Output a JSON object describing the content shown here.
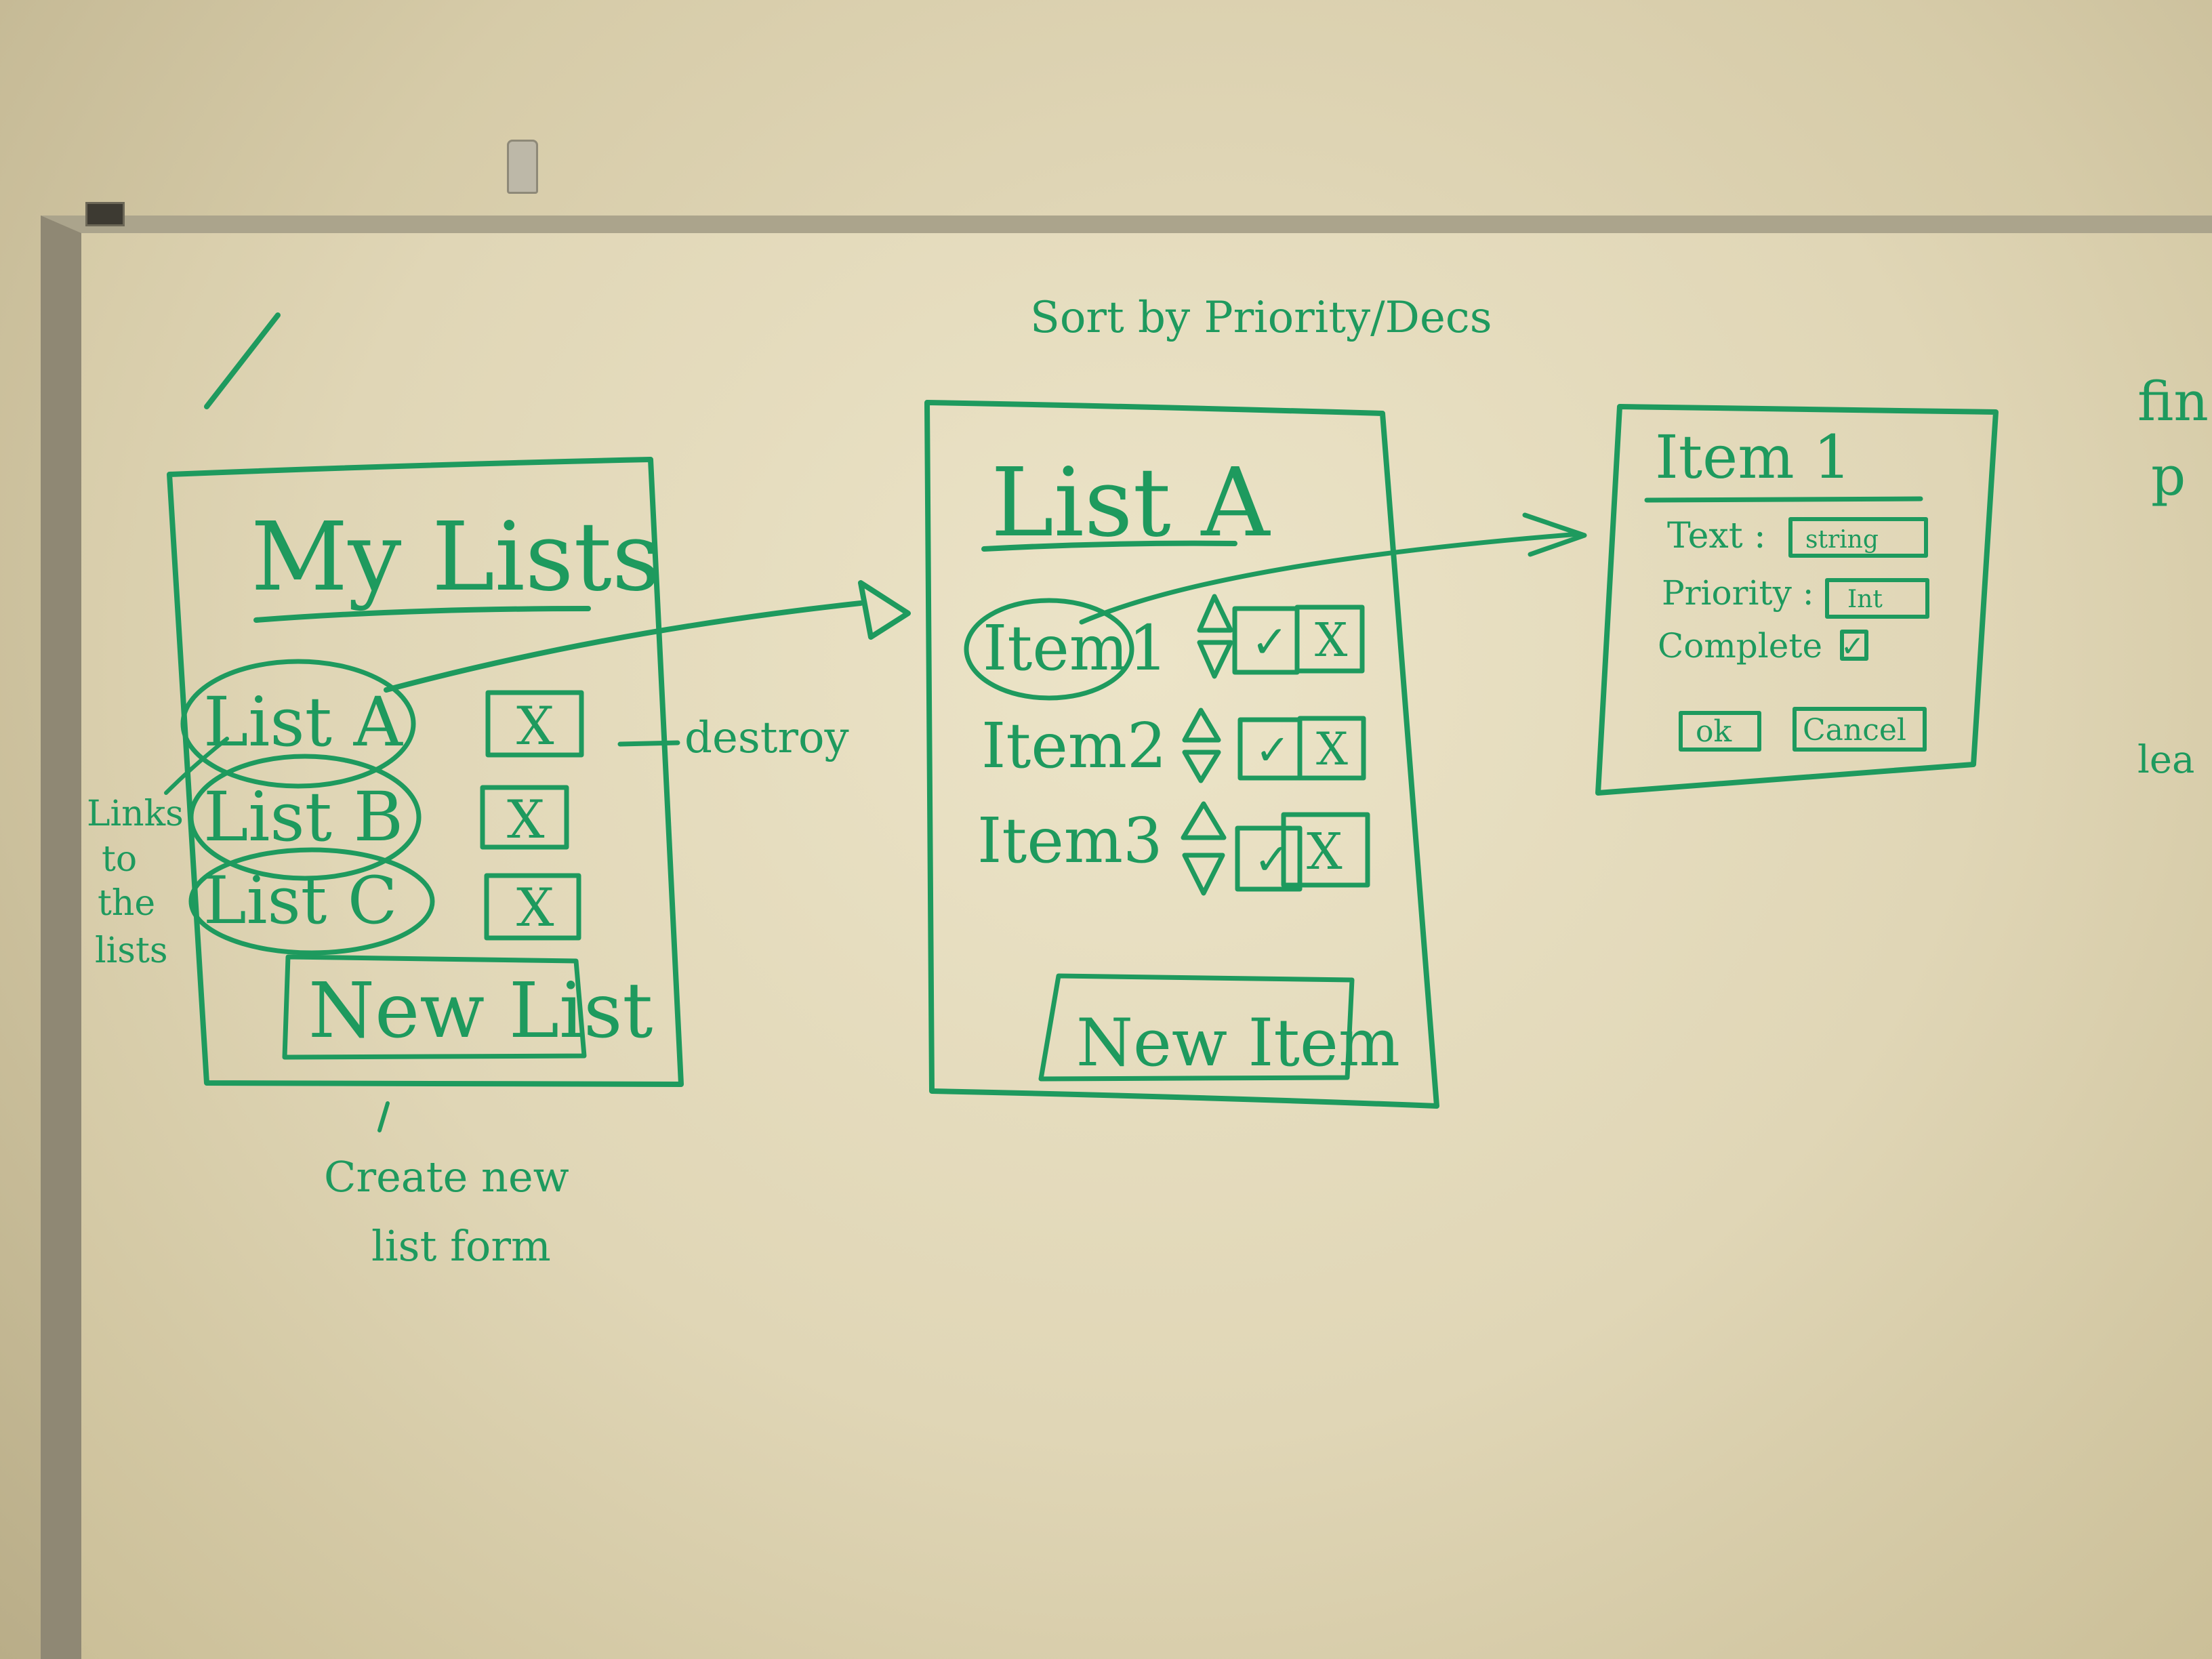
{
  "colors": {
    "ink": "#1e9a5e",
    "board": "#e6ddc0",
    "frame": "#9b9480"
  },
  "header_note": "Sort by Priority/Decs",
  "my_lists": {
    "title": "My Lists",
    "items": [
      "List A",
      "List B",
      "List C"
    ],
    "delete_glyph": "X",
    "new_button": "New List"
  },
  "notes": {
    "destroy": "destroy",
    "links_line1": "Links",
    "links_line2": "to",
    "links_line3": "the",
    "links_line4": "lists",
    "create_line1": "Create new",
    "create_line2": "list form",
    "edge_right_top_1": "fin",
    "edge_right_top_2": "p",
    "edge_right_mid": "lea"
  },
  "list_view": {
    "title": "List A",
    "items": [
      "Item1",
      "Item2",
      "Item3"
    ],
    "complete_glyph": "✓",
    "delete_glyph": "X",
    "new_button": "New Item"
  },
  "item_dialog": {
    "title": "Item 1",
    "text_label": "Text :",
    "text_value": "string",
    "priority_label": "Priority :",
    "priority_value": "Int",
    "complete_label": "Complete",
    "complete_glyph": "✓",
    "ok_button": "ok",
    "cancel_button": "Cancel"
  }
}
